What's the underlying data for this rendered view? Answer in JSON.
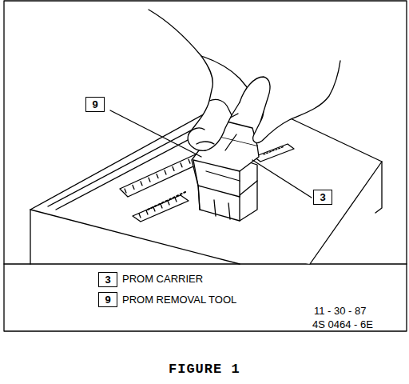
{
  "diagram": {
    "caption": "FIGURE 1",
    "nodes": [
      {
        "text": [
          "9"
        ]
      },
      {
        "text": [
          "3"
        ]
      },
      {
        "text": [
          "3"
        ]
      },
      {
        "text": [
          "9"
        ]
      }
    ],
    "labels": [
      "PROM CARRIER",
      "PROM REMOVAL TOOL",
      "11 - 30 - 87",
      "4S 0464 - 6E"
    ]
  }
}
